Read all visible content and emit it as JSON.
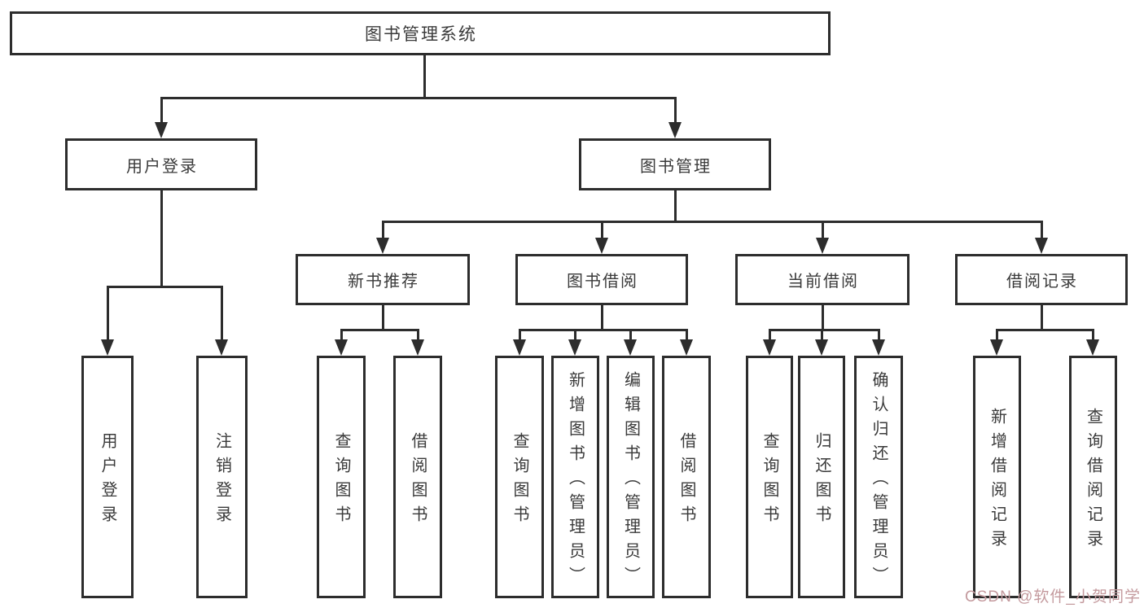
{
  "tree": {
    "label": "图书管理系统",
    "children": [
      {
        "label": "用户登录",
        "children": [
          {
            "label": "用户登录"
          },
          {
            "label": "注销登录"
          }
        ]
      },
      {
        "label": "图书管理",
        "children": [
          {
            "label": "新书推荐",
            "children": [
              {
                "label": "查询图书"
              },
              {
                "label": "借阅图书"
              }
            ]
          },
          {
            "label": "图书借阅",
            "children": [
              {
                "label": "查询图书"
              },
              {
                "label": "新增图书（管理员）"
              },
              {
                "label": "编辑图书（管理员）"
              },
              {
                "label": "借阅图书"
              }
            ]
          },
          {
            "label": "当前借阅",
            "children": [
              {
                "label": "查询图书"
              },
              {
                "label": "归还图书"
              },
              {
                "label": "确认归还（管理员）"
              }
            ]
          },
          {
            "label": "借阅记录",
            "children": [
              {
                "label": "新增借阅记录"
              },
              {
                "label": "查询借阅记录"
              }
            ]
          }
        ]
      }
    ]
  },
  "watermark": {
    "text": "CSDN @软件_小贺同学",
    "color": "#c49a9e"
  },
  "colors": {
    "line": "#2d2d2d",
    "text": "#3a3a3a",
    "background": "#ffffff"
  }
}
